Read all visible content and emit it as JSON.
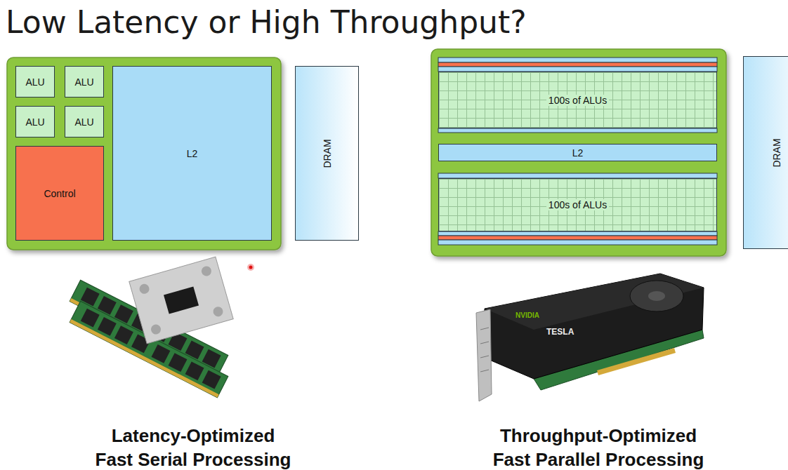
{
  "diagram": {
    "title": "Low Latency or High Throughput?",
    "nodes": [
      {
        "text": [
          "ALU"
        ]
      },
      {
        "text": [
          "ALU"
        ]
      },
      {
        "text": [
          "ALU"
        ]
      },
      {
        "text": [
          "ALU"
        ]
      },
      {
        "text": [
          "Control"
        ]
      },
      {
        "text": [
          "L2"
        ]
      },
      {
        "text": [
          "DRAM"
        ]
      },
      {
        "text": [
          "100s of ALUs"
        ]
      },
      {
        "text": [
          "L2"
        ]
      },
      {
        "text": [
          "100s of ALUs"
        ]
      },
      {
        "text": [
          "DRAM"
        ]
      }
    ],
    "labels": [
      "Latency-Optimized",
      "Fast Serial Processing",
      "Throughput-Optimized",
      "Fast Parallel Processing",
      "NVIDIA",
      "TESLA"
    ]
  }
}
